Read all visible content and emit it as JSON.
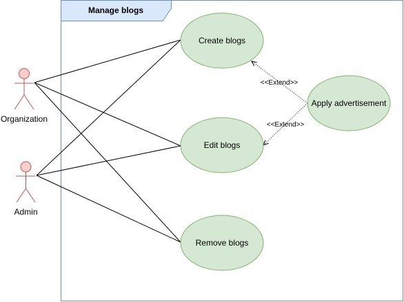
{
  "system": {
    "title": "Manage blogs"
  },
  "actors": [
    {
      "id": "organization",
      "label": "Organization"
    },
    {
      "id": "admin",
      "label": "Admin"
    }
  ],
  "use_cases": [
    {
      "id": "create",
      "label": "Create blogs"
    },
    {
      "id": "edit",
      "label": "Edit blogs"
    },
    {
      "id": "remove",
      "label": "Remove blogs"
    },
    {
      "id": "advert",
      "label": "Apply advertisement"
    }
  ],
  "relations": {
    "extend_label": "<<Extend>>",
    "extends": [
      {
        "from": "advert",
        "to": "create"
      },
      {
        "from": "advert",
        "to": "edit"
      }
    ],
    "associations": [
      {
        "actor": "organization",
        "use_case": "create"
      },
      {
        "actor": "organization",
        "use_case": "edit"
      },
      {
        "actor": "organization",
        "use_case": "remove"
      },
      {
        "actor": "admin",
        "use_case": "create"
      },
      {
        "actor": "admin",
        "use_case": "edit"
      },
      {
        "actor": "admin",
        "use_case": "remove"
      }
    ]
  },
  "colors": {
    "boundary_stroke": "#6c8ebf",
    "title_fill": "#dae8fc",
    "usecase_fill": "#d5e8d4",
    "usecase_stroke": "#82b366",
    "actor_fill": "#f8cecc",
    "actor_stroke": "#b85450",
    "line": "#000000"
  },
  "icons": {
    "actor": "stick-figure-icon",
    "arrowhead": "open-arrowhead-icon"
  }
}
